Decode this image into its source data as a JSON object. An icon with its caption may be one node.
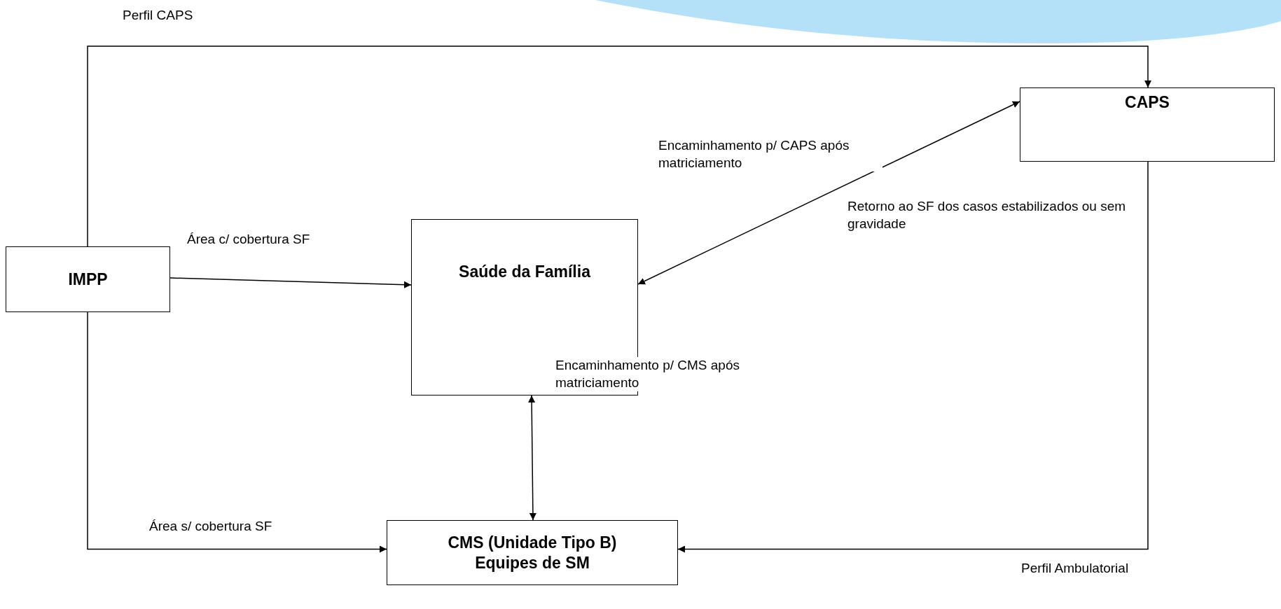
{
  "diagram": {
    "nodes": [
      {
        "text": [
          "IMPP"
        ]
      },
      {
        "text": [
          "Saúde da Família"
        ]
      },
      {
        "text": [
          "CAPS"
        ]
      },
      {
        "text": [
          "CMS (Unidade Tipo B) Equipes de SM"
        ]
      }
    ],
    "edges": [
      {
        "from": 0,
        "to": 2,
        "arrow": "to",
        "label": "Perfil CAPS"
      },
      {
        "from": 0,
        "to": 1,
        "arrow": "to",
        "label": "Área c/ cobertura SF"
      },
      {
        "from": 1,
        "to": 2,
        "arrow": "both",
        "label": "Encaminhamento p/ CAPS após matriciamento"
      },
      {
        "from": 1,
        "to": 3,
        "arrow": "both",
        "label": "Encaminhamento p/ CMS após matriciamento"
      },
      {
        "from": 0,
        "to": 3,
        "arrow": "to",
        "label": "Área s/ cobertura SF"
      },
      {
        "from": 2,
        "to": 3,
        "arrow": "to",
        "label": "Perfil Ambulatorial"
      }
    ],
    "labels": [
      "Retorno ao SF dos casos estabilizados ou sem gravidade"
    ]
  }
}
